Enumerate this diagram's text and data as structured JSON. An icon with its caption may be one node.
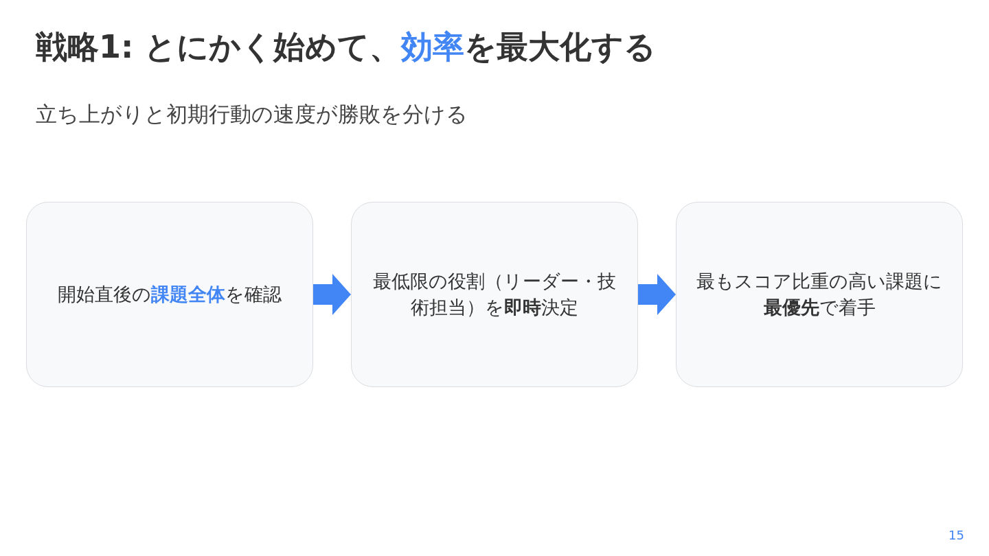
{
  "diagram": {
    "title": "戦略1: とにかく始めて、**効率**を最大化する",
    "nodes": [
      {
        "text": [
          "開始直後の**課題全体**を確認"
        ]
      },
      {
        "text": [
          "最低限の役割（リーダー・技術担当）を**即時**決定"
        ]
      },
      {
        "text": [
          "最もスコア比重の高い課題に**最優先**で着手"
        ]
      }
    ],
    "edges": [
      {
        "from": 0,
        "to": 1,
        "arrow": "to"
      },
      {
        "from": 1,
        "to": 2,
        "arrow": "to"
      }
    ],
    "labels": [
      "立ち上がりと初期行動の速度が勝敗を分ける",
      "15"
    ]
  }
}
